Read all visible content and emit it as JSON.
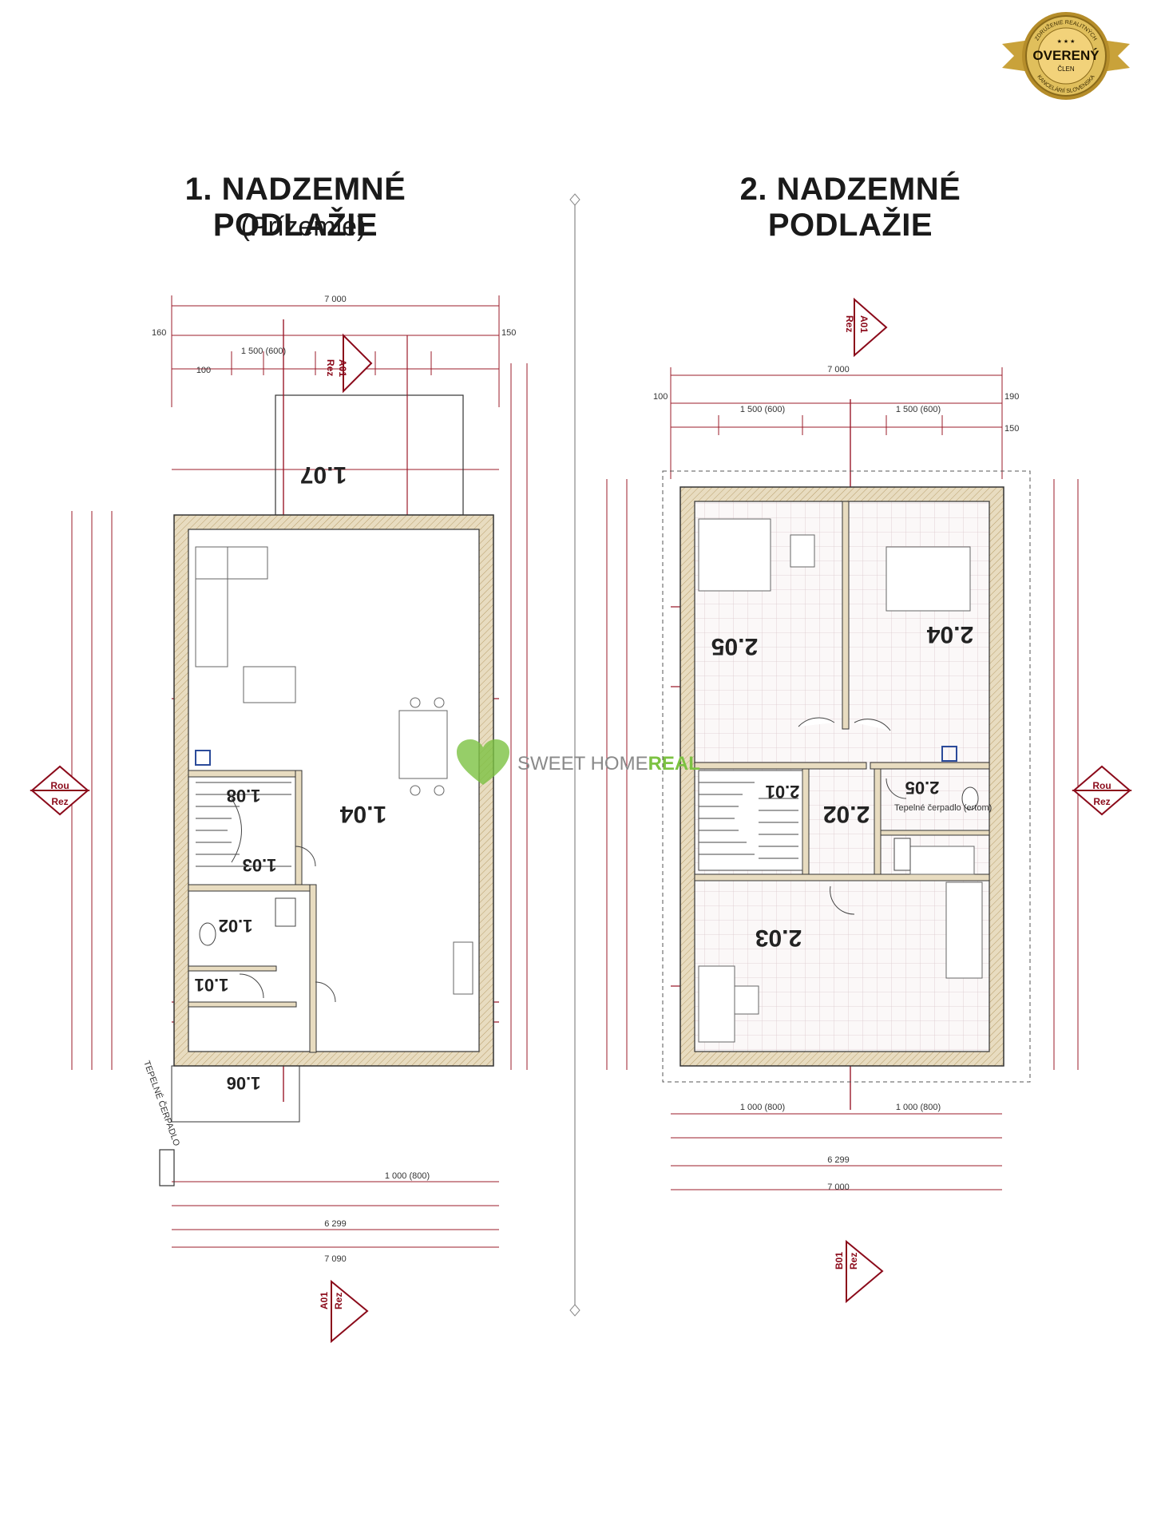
{
  "floor1": {
    "title": "1. NADZEMNÉ PODLAŽIE",
    "subtitle": "(Prízemie)",
    "rooms": [
      "1.07",
      "1.04",
      "1.08",
      "1.03",
      "1.02",
      "1.01",
      "1.06"
    ],
    "dims_top": [
      "7 000",
      "1 500 (600)",
      "100",
      "150",
      "160"
    ],
    "dims_bottom": [
      "6 299",
      "7 090",
      "1 000 (800)"
    ],
    "note": "TEPELNÉ ČERPADLO"
  },
  "floor2": {
    "title": "2. NADZEMNÉ PODLAŽIE",
    "rooms": [
      "2.05",
      "2.04",
      "2.01",
      "2.02",
      "2.05",
      "2.03"
    ],
    "dims_top": [
      "7 000",
      "1 500 (600)",
      "1 500 (600)",
      "100",
      "190",
      "150"
    ],
    "dims_bottom": [
      "1 000 (800)",
      "1 000 (800)",
      "6 299",
      "7 000"
    ],
    "note": "Tepelné čerpadlo (ertom)"
  },
  "markers": {
    "section_a": "A01",
    "section_b": "B01",
    "rez": "Rez",
    "rou": "Rou"
  },
  "badge": {
    "arc_top": "ZDRUŽENIE REALITNÝCH",
    "label": "OVERENÝ",
    "sub": "ČLEN",
    "arc_bottom": "KANCELÁRIÍ SLOVENSKA"
  },
  "watermark": {
    "main": "SWEET HOME",
    "accent": "REAL"
  },
  "colors": {
    "plan_line": "#9b1b2a",
    "wall_fill": "#d9c7a0",
    "badge_gold": "#c9a23a",
    "watermark_green": "#7cc242"
  }
}
